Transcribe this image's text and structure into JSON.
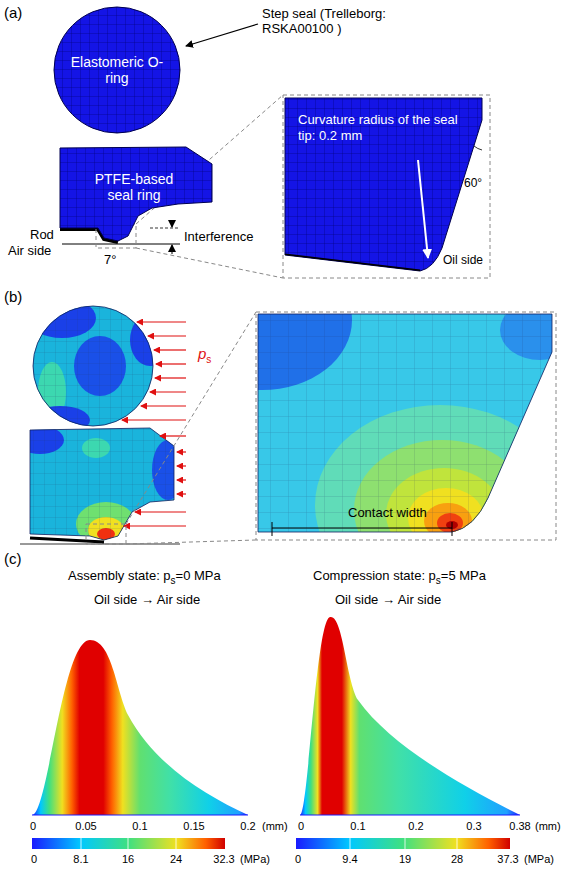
{
  "diagram": {
    "nodes": [
      {
        "text": [
          "Elastomeric O-ring"
        ]
      },
      {
        "text": [
          "PTFE-based seal ring"
        ]
      }
    ],
    "labels": [
      "(a)",
      "Step seal (Trelleborg: RSKA00100 )",
      "Rod",
      "Air side",
      "Interference",
      "Curvature radius of the seal tip: 0.2 mm",
      "60°",
      "7°",
      "Oil side",
      "(b)",
      "p",
      "s",
      "Contact width",
      "(c)",
      "Assembly state: p",
      "s",
      "=0 MPa",
      "Oil side → Air side",
      "Compression state: p",
      "s",
      "=5 MPa",
      "Oil side → Air side",
      "0",
      "0.05",
      "0.1",
      "0.15",
      "0.2",
      "(mm)",
      "0",
      "0.1",
      "0.2",
      "0.3",
      "0.38",
      "(mm)",
      "0",
      "8.1",
      "16",
      "24",
      "32.3",
      "(MPa)",
      "0",
      "9.4",
      "19",
      "28",
      "37.3",
      "(MPa)"
    ]
  }
}
